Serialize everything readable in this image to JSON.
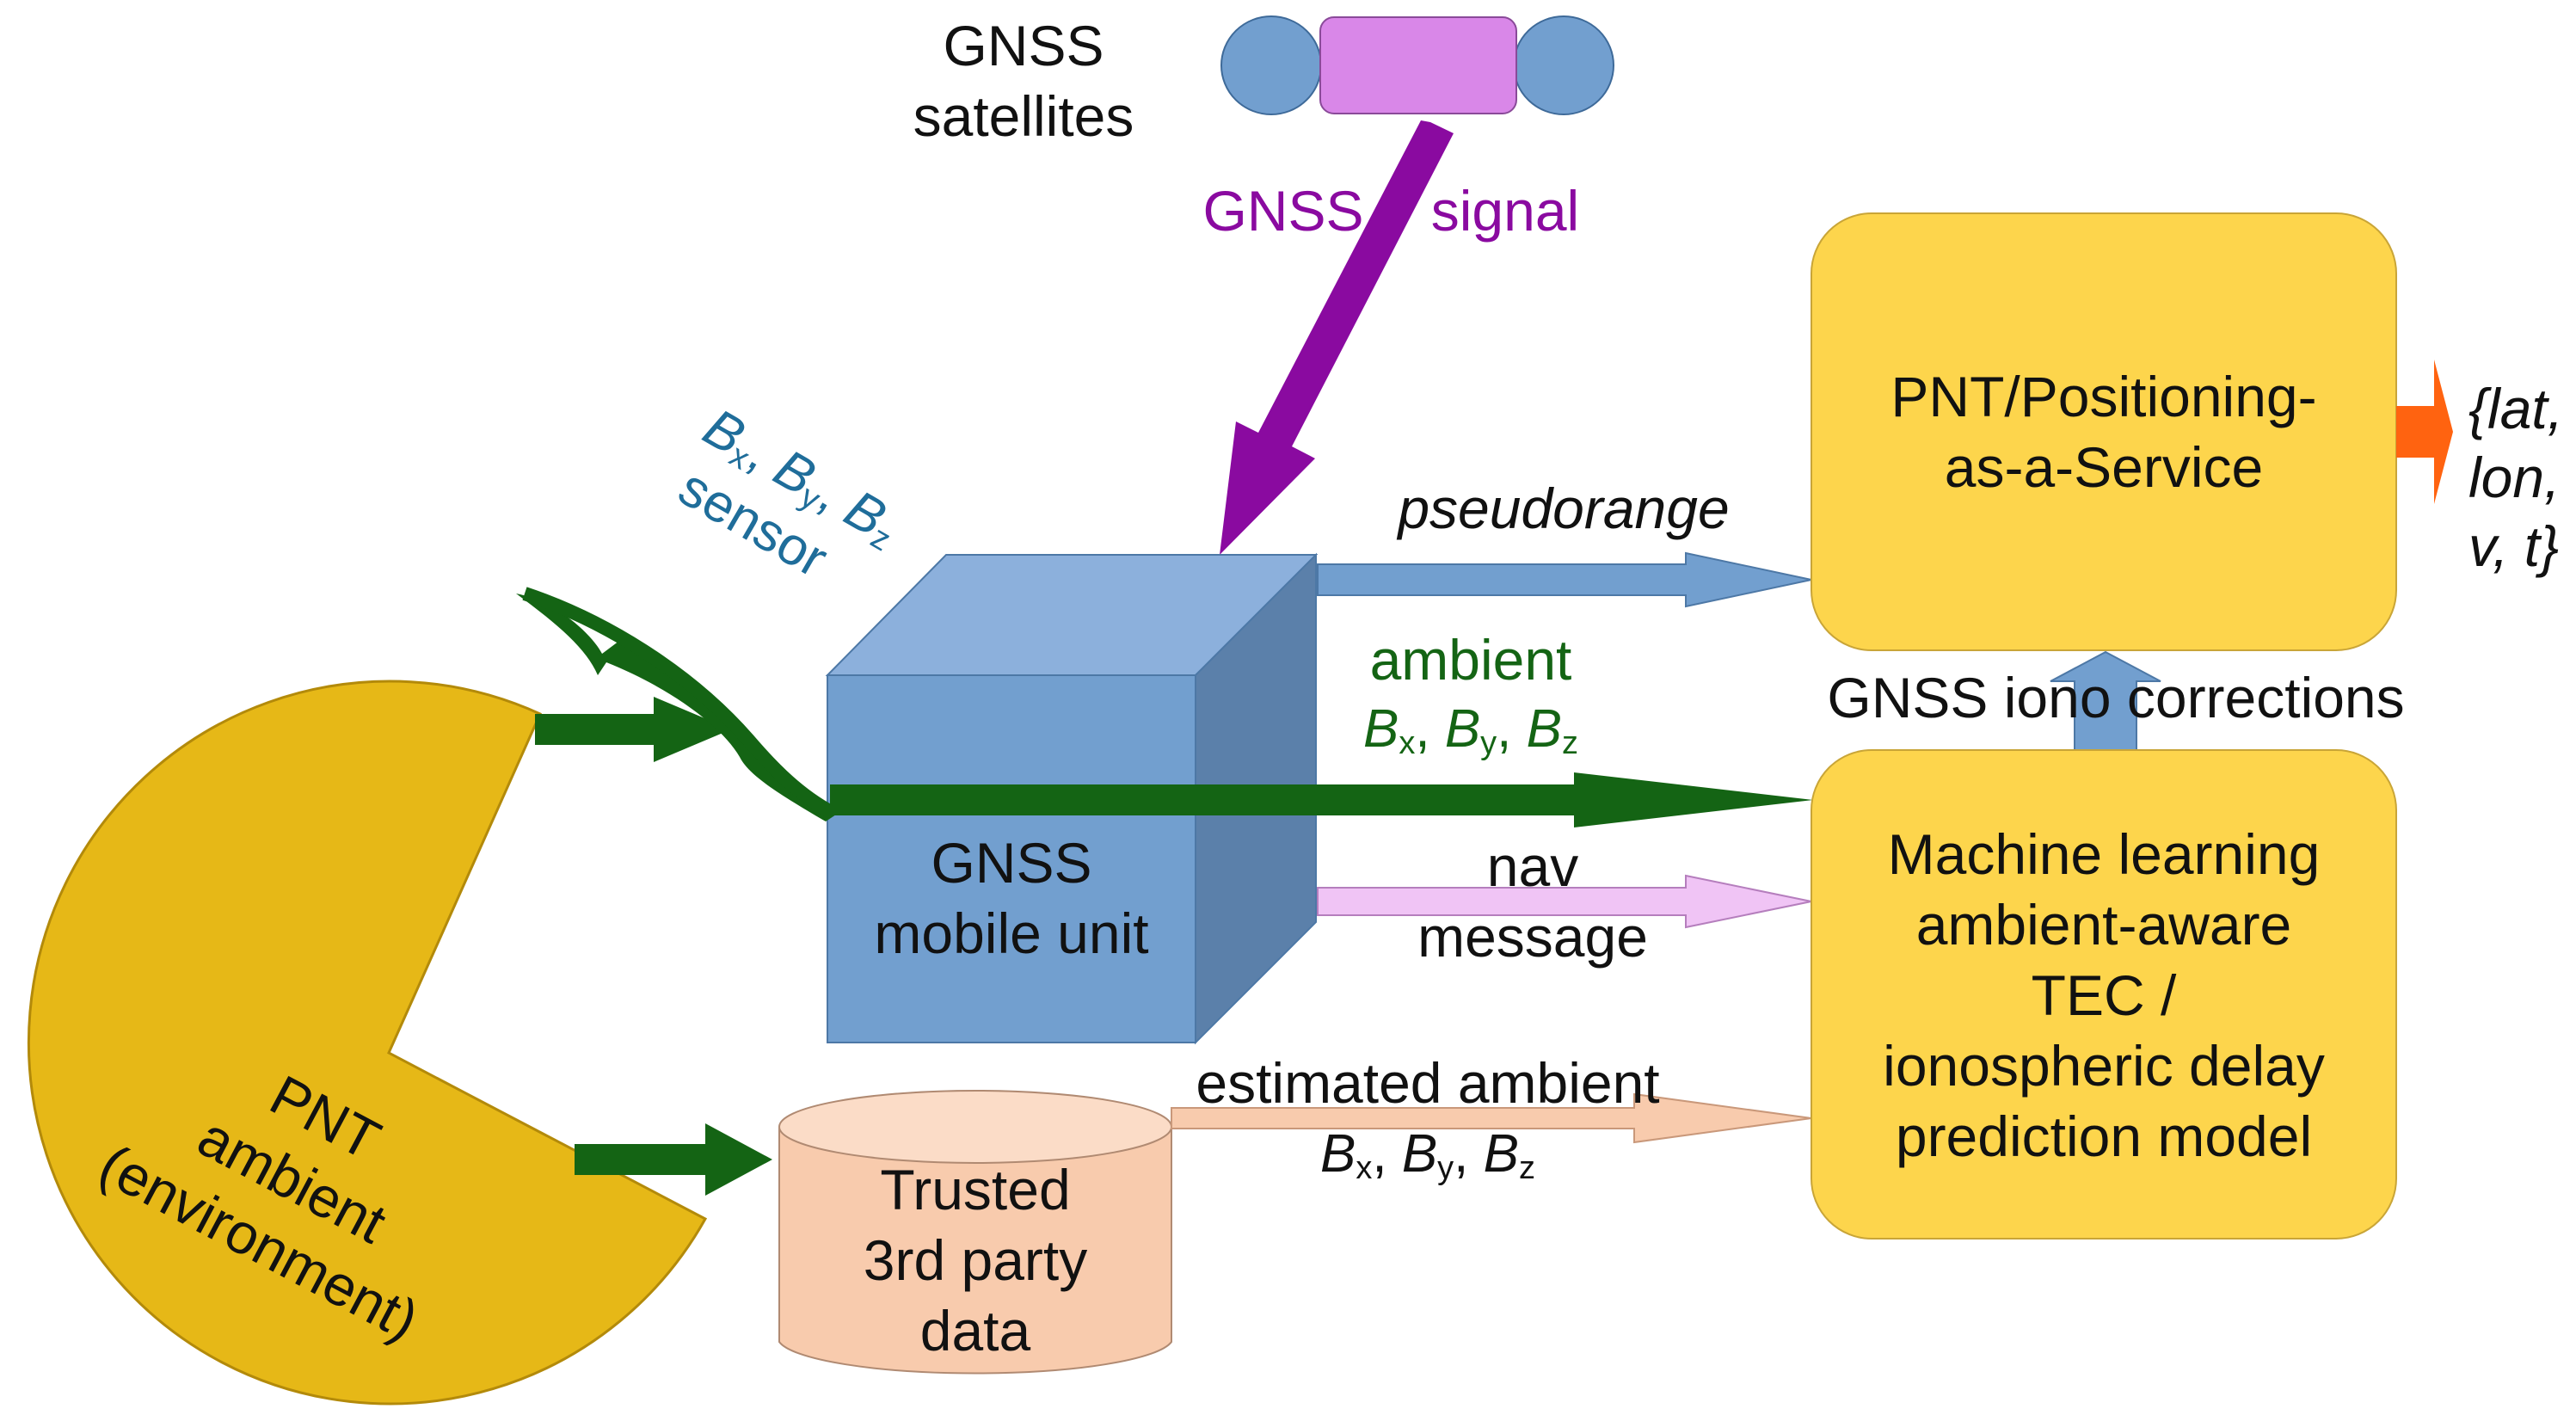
{
  "satellite": {
    "label_line1": "GNSS",
    "label_line2": "satellites",
    "signal_word1": "GNSS",
    "signal_word2": "signal"
  },
  "sensor": {
    "b_x": "B",
    "sub_x": "x",
    "b_y": "B",
    "sub_y": "y",
    "b_z": "B",
    "sub_z": "z",
    "word": "sensor"
  },
  "mobile_unit": {
    "line1": "GNSS",
    "line2": "mobile unit"
  },
  "environment": {
    "line1": "PNT",
    "line2": "ambient",
    "line3": "(environment)"
  },
  "third_party": {
    "line1": "Trusted",
    "line2": "3rd party",
    "line3": "data"
  },
  "arrows": {
    "pseudorange": "pseudorange",
    "ambient_line1": "ambient",
    "nav_line1": "nav",
    "nav_line2": "message",
    "estimated_line1": "estimated ambient",
    "iono_corrections": "GNSS iono corrections"
  },
  "pnt_service": {
    "line1": "PNT/Positioning-",
    "line2": "as-a-Service"
  },
  "ml_model": {
    "line1": "Machine learning",
    "line2": "ambient-aware",
    "line3": "TEC /",
    "line4": "ionospheric delay",
    "line5": "prediction model"
  },
  "output": {
    "line1": "{lat,",
    "line2": "lon,",
    "line3": "v, t}"
  },
  "colors": {
    "signal_purple": "#8a0aa0",
    "sensor_blue": "#1f6d9a",
    "ambient_green": "#146414",
    "box_yellow": "#fdd54c",
    "env_yellow": "#e6b817",
    "cube_front": "#729fcf",
    "cube_top": "#8cb0dc",
    "cube_side": "#5b80aa",
    "output_orange": "#ff6310",
    "db_peach": "#f8cbad"
  }
}
